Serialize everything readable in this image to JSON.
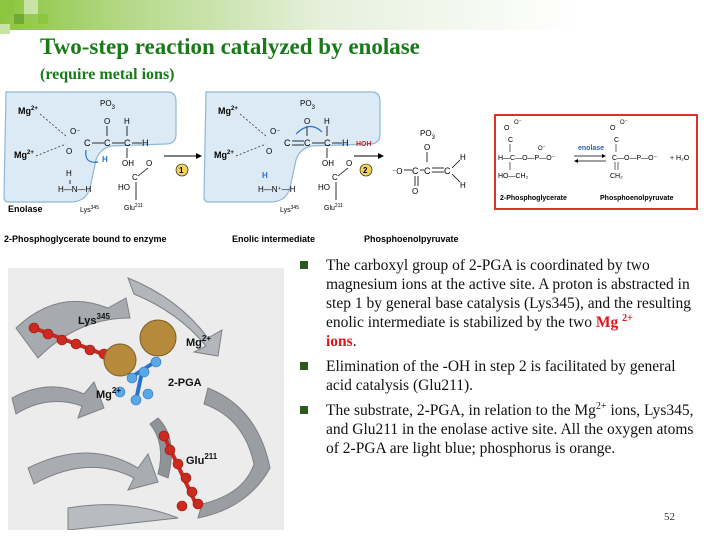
{
  "title": "Two-step reaction catalyzed by enolase",
  "subtitle": "(require metal ions)",
  "scheme": {
    "enzyme_label": "Enolase",
    "panel1_caption": "2-Phosphoglycerate bound to enzyme",
    "panel2_caption": "Enolic intermediate",
    "panel3_caption": "Phosphoenolpyruvate",
    "mg": "Mg",
    "mg_charge": "2+",
    "po3": "PO",
    "oh": "OH",
    "hoh": "HOH",
    "lys": "Lys",
    "lys_num": "345",
    "glu": "Glu",
    "glu_num": "211",
    "step1": "1",
    "step2": "2"
  },
  "equation_box": {
    "reactant": "2-Phosphoglycerate",
    "product": "Phosphoenolpyruvate",
    "enzyme": "enolase",
    "water": "+ H₂O",
    "border_color": "#d9332a",
    "enzyme_color": "#2a62b8"
  },
  "figure": {
    "lys_label": "Lys",
    "lys_num": "345",
    "glu_label": "Glu",
    "glu_num": "211",
    "mg_label": "Mg",
    "mg_charge": "2+",
    "pga_label": "2-PGA"
  },
  "bullets": [
    {
      "text_before": "The carboxyl group of 2-PGA is coordinated by two magnesium ions at the active site. A proton is abstracted in step 1 by general base catalysis (Lys345), and the resulting enolic intermediate is stabilized by the two ",
      "highlight_main": "Mg",
      "highlight_sup": "2+",
      "highlight_tail": " ions",
      "text_after": "."
    },
    {
      "text": "Elimination of the -OH in step 2 is facilitated by general acid catalysis (Glu211)."
    },
    {
      "text_before": "The substrate, 2-PGA, in relation to the Mg",
      "sup": "2+",
      "text_after": " ions, Lys345, and Glu211 in the enolase active site. All the oxygen atoms of 2-PGA are light blue; phosphorus is orange."
    }
  ],
  "page_number": "52",
  "colors": {
    "title_green": "#1a7a1a",
    "bullet_marker": "#2b5a1e",
    "highlight_red": "#e0141b",
    "scheme_bg": "#dbeaf5",
    "ribbon_gray": "#9a9ea3",
    "residue_red": "#cc2a1f",
    "mg_gold": "#b58a3a",
    "substrate_blue": "#2a72c8"
  }
}
